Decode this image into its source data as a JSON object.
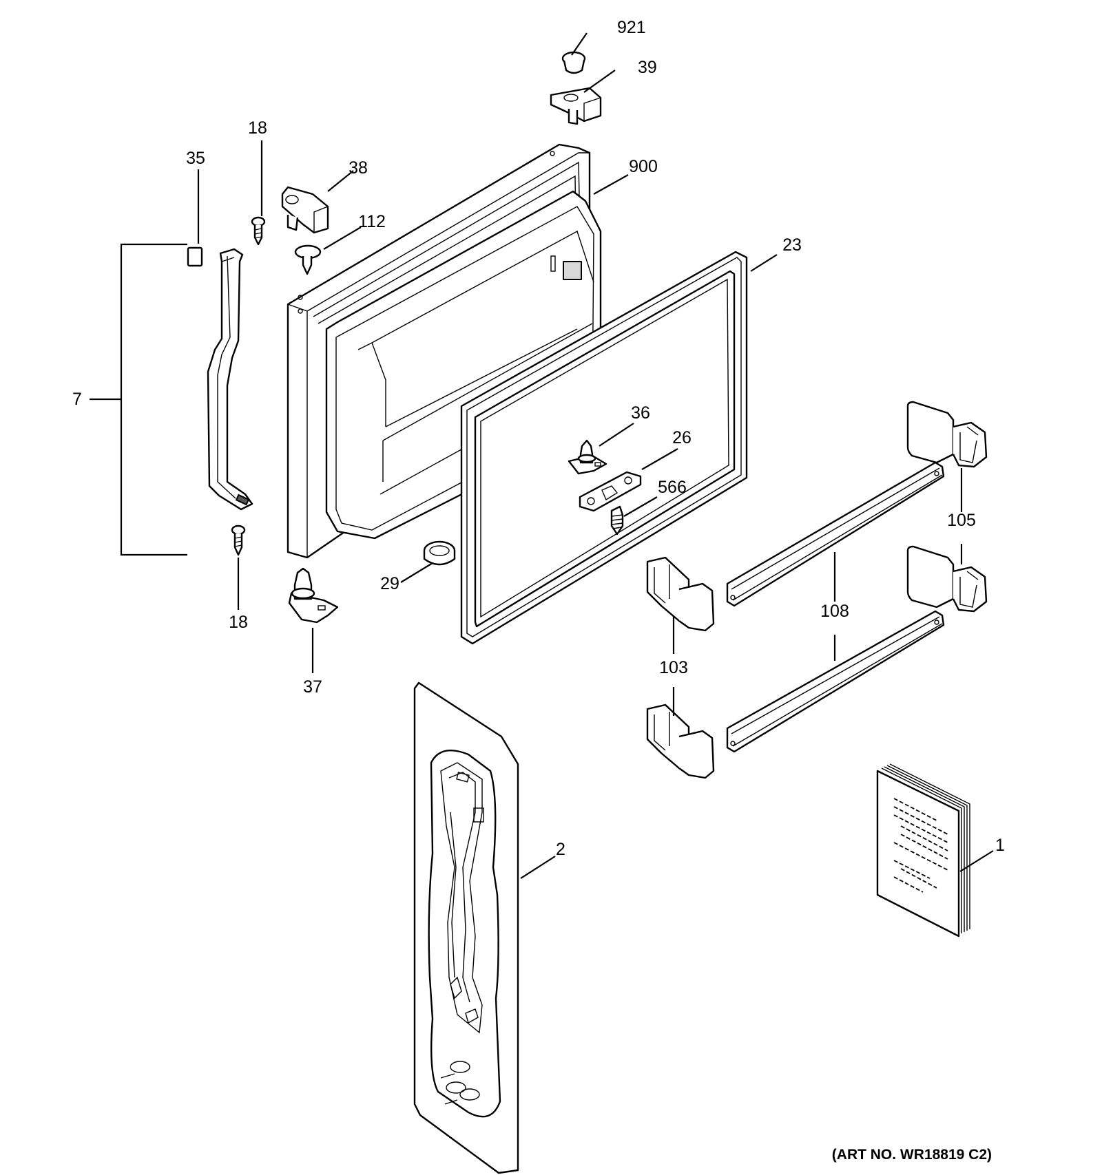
{
  "parts": [
    {
      "id": "p921",
      "label": "921"
    },
    {
      "id": "p39",
      "label": "39"
    },
    {
      "id": "p18a",
      "label": "18"
    },
    {
      "id": "p35",
      "label": "35"
    },
    {
      "id": "p38",
      "label": "38"
    },
    {
      "id": "p900",
      "label": "900"
    },
    {
      "id": "p112",
      "label": "112"
    },
    {
      "id": "p23",
      "label": "23"
    },
    {
      "id": "p7",
      "label": "7"
    },
    {
      "id": "p36",
      "label": "36"
    },
    {
      "id": "p26",
      "label": "26"
    },
    {
      "id": "p566",
      "label": "566"
    },
    {
      "id": "p105",
      "label": "105"
    },
    {
      "id": "p29",
      "label": "29"
    },
    {
      "id": "p18b",
      "label": "18"
    },
    {
      "id": "p108",
      "label": "108"
    },
    {
      "id": "p103",
      "label": "103"
    },
    {
      "id": "p37",
      "label": "37"
    },
    {
      "id": "p2",
      "label": "2"
    },
    {
      "id": "p1",
      "label": "1"
    }
  ],
  "art_number": "(ART NO. WR18819 C2)"
}
